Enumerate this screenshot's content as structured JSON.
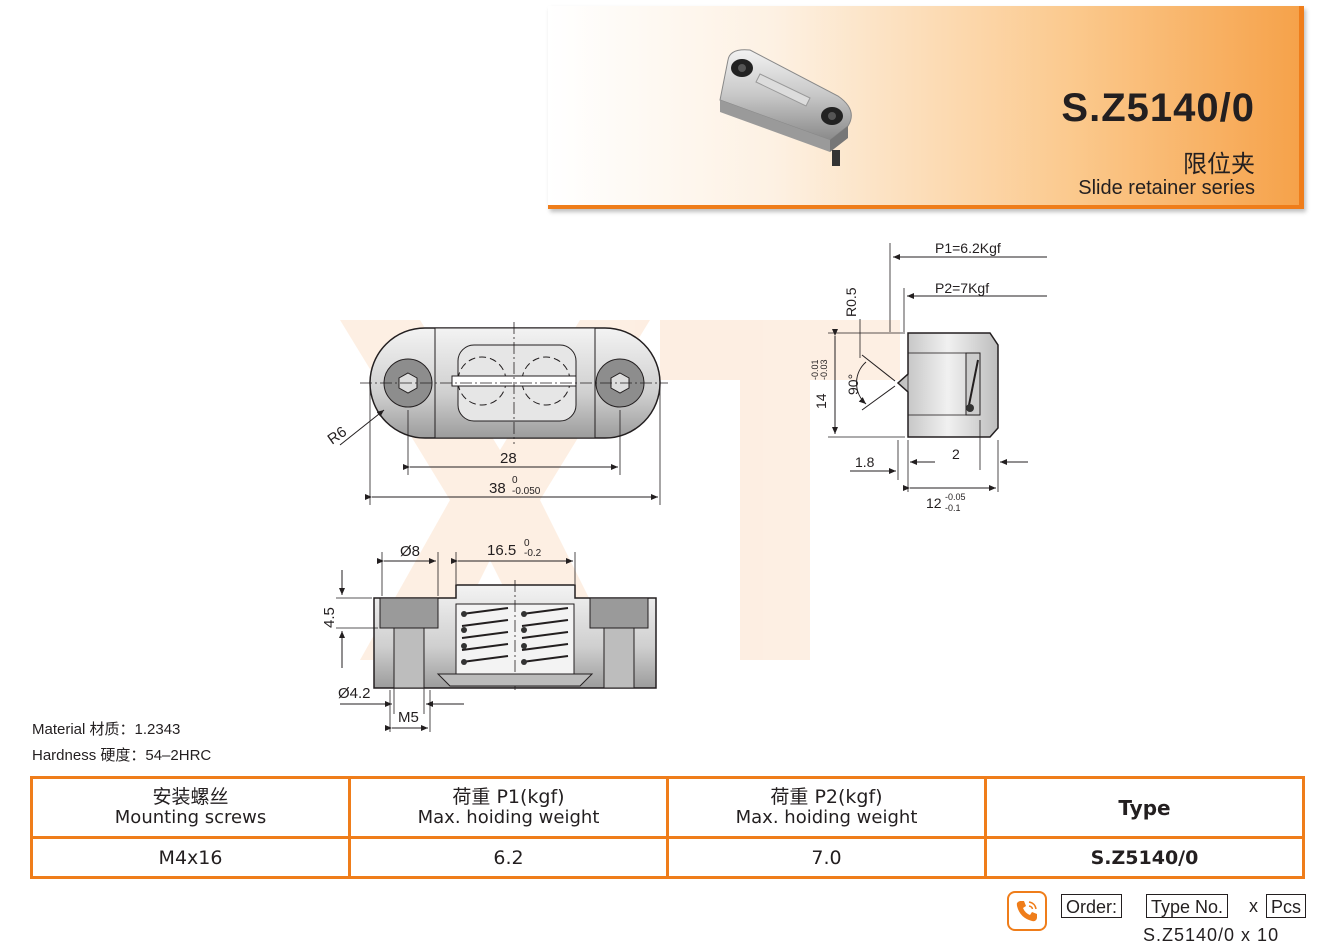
{
  "header": {
    "code": "S.Z5140/0",
    "name_cn": "限位夹",
    "name_en": "Slide retainer series"
  },
  "dimensions": {
    "p1": "P1=6.2Kgf",
    "p2": "P2=7Kgf",
    "r05": "R0.5",
    "h14": "14",
    "h14_tol_top": "-0.01",
    "h14_tol_bot": "-0.03",
    "angle": "90°",
    "d18": "1.8",
    "d2": "2",
    "d12": "12",
    "d12_tol_top": "-0.05",
    "d12_tol_bot": "-0.1",
    "r6": "R6",
    "d28": "28",
    "d38": "38",
    "d38_tol_top": "0",
    "d38_tol_bot": "-0.050",
    "dia8": "Ø8",
    "d165": "16.5",
    "d165_tol_top": "0",
    "d165_tol_bot": "-0.2",
    "d45": "4.5",
    "dia42": "Ø4.2",
    "m5": "M5"
  },
  "material": {
    "material_line": "Material  材质：1.2343",
    "hardness_line": "Hardness 硬度：54–2HRC"
  },
  "table": {
    "col1_cn": "安装螺丝",
    "col1_en": "Mounting screws",
    "col2_cn": "荷重  P1(kgf)",
    "col2_en": "Max. hoiding weight",
    "col3_cn": "荷重  P2(kgf)",
    "col3_en": "Max. hoiding weight",
    "col4": "Type",
    "row": {
      "screws": "M4x16",
      "p1": "6.2",
      "p2": "7.0",
      "type": "S.Z5140/0"
    }
  },
  "order": {
    "label": "Order:",
    "type_no": "Type No.",
    "times": "x",
    "pcs": "Pcs",
    "example": "S.Z5140/0  x  10"
  },
  "colors": {
    "accent": "#ef7d1a",
    "text": "#231f20"
  }
}
